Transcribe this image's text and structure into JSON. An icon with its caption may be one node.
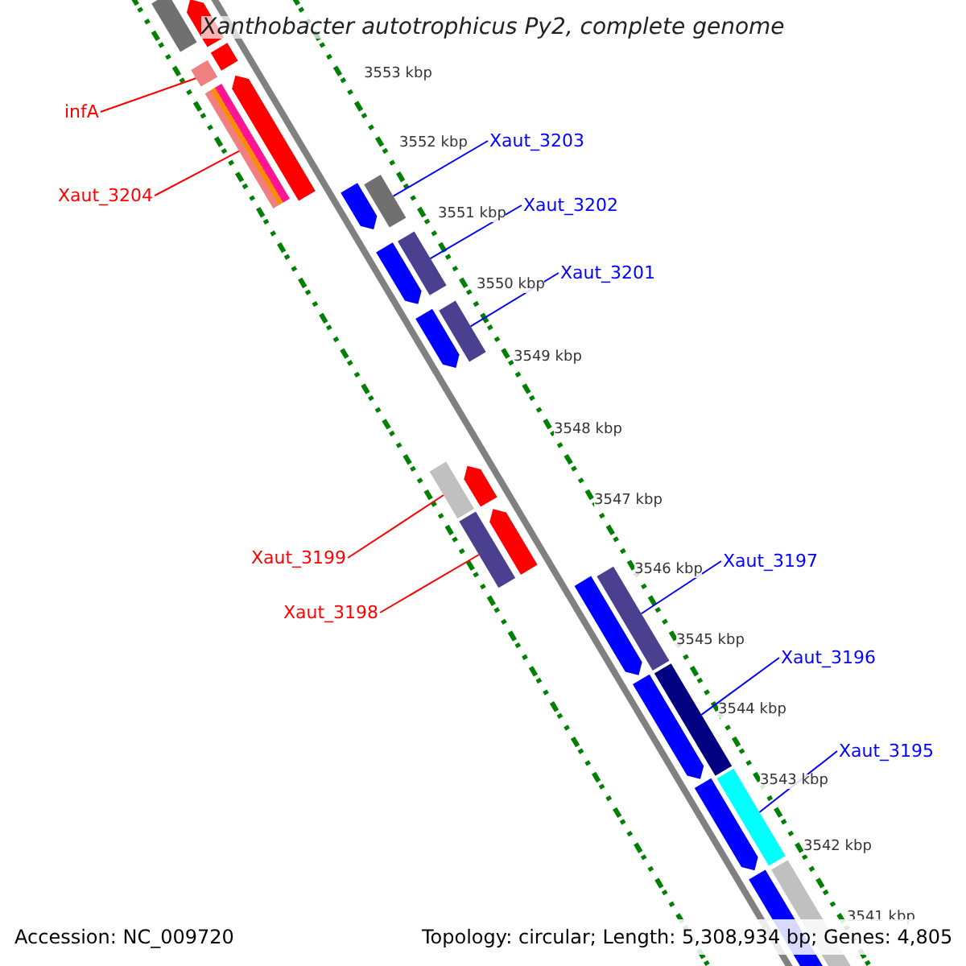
{
  "diagram": {
    "title": "Xanthobacter autotrophicus Py2, complete genome",
    "nodes": [
      {
        "text": [
          "infA"
        ]
      },
      {
        "text": [],
        "shape": "bar"
      },
      {
        "text": [
          "Xaut_3204"
        ]
      },
      {
        "text": [],
        "shape": "bar"
      },
      {
        "text": [
          "Xaut_3203"
        ]
      },
      {
        "text": [],
        "shape": "bar"
      },
      {
        "text": [
          "Xaut_3202"
        ]
      },
      {
        "text": [],
        "shape": "bar"
      },
      {
        "text": [
          "Xaut_3201"
        ]
      },
      {
        "text": [],
        "shape": "bar"
      },
      {
        "text": [
          "Xaut_3199"
        ]
      },
      {
        "text": [],
        "shape": "bar"
      },
      {
        "text": [
          "Xaut_3198"
        ]
      },
      {
        "text": [],
        "shape": "bar"
      },
      {
        "text": [
          "Xaut_3197"
        ]
      },
      {
        "text": [],
        "shape": "bar"
      },
      {
        "text": [
          "Xaut_3196"
        ]
      },
      {
        "text": [],
        "shape": "bar"
      },
      {
        "text": [
          "Xaut_3195"
        ]
      },
      {
        "text": [],
        "shape": "bar"
      },
      {
        "text": [],
        "shape": "bar"
      },
      {
        "text": [],
        "shape": "bar"
      },
      {
        "text": [],
        "shape": "bar"
      },
      {
        "text": [],
        "shape": "bar"
      },
      {
        "text": [],
        "shape": "bar"
      },
      {
        "text": [],
        "shape": "bar"
      },
      {
        "text": [],
        "shape": "bar"
      },
      {
        "text": [],
        "shape": "bar"
      },
      {
        "text": [],
        "shape": "bar"
      },
      {
        "text": [],
        "shape": "bar"
      },
      {
        "text": [],
        "shape": "bar"
      },
      {
        "text": [],
        "shape": "bar"
      },
      {
        "text": [],
        "shape": "bar"
      },
      {
        "text": [],
        "shape": "bar"
      }
    ],
    "edges": [
      {
        "from": 0,
        "to": 1,
        "arrow": "none",
        "color": "#ff0000"
      },
      {
        "from": 2,
        "to": 3,
        "arrow": "none",
        "color": "#ff0000"
      },
      {
        "from": 4,
        "to": 5,
        "arrow": "none"
      },
      {
        "from": 6,
        "to": 7,
        "arrow": "none"
      },
      {
        "from": 8,
        "to": 9,
        "arrow": "none"
      },
      {
        "from": 10,
        "to": 11,
        "arrow": "none",
        "color": "#ff0000"
      },
      {
        "from": 12,
        "to": 13,
        "arrow": "none",
        "color": "#ff0000"
      },
      {
        "from": 14,
        "to": 15,
        "arrow": "none"
      },
      {
        "from": 16,
        "to": 17,
        "arrow": "none"
      },
      {
        "from": 18,
        "to": 19,
        "arrow": "none"
      }
    ],
    "labels": [
      "3553 kbp",
      "3552 kbp",
      "3551 kbp",
      "3550 kbp",
      "3549 kbp",
      "3548 kbp",
      "3547 kbp",
      "3546 kbp",
      "3545 kbp",
      "3544 kbp",
      "3543 kbp",
      "3542 kbp",
      "3541 kbp",
      "Accession: NC_009720",
      "Topology: circular; Length: 5,308,934 bp; Genes: 4,805"
    ]
  }
}
